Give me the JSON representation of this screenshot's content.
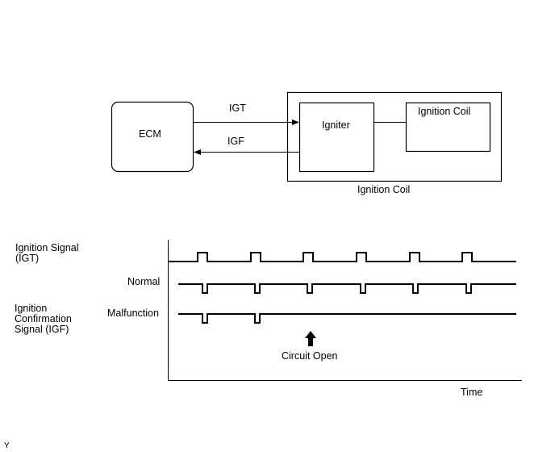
{
  "block_diagram": {
    "ecm_label": "ECM",
    "igt_label": "IGT",
    "igf_label": "IGF",
    "igniter_label": "Igniter",
    "inner_coil_label": "Ignition Coil",
    "outer_coil_label": "Ignition Coil"
  },
  "timing_chart": {
    "igt_signal_label": "Ignition Signal (IGT)",
    "normal_label": "Normal",
    "malfunction_label": "Malfunction",
    "igf_signal_label": "Ignition Confirmation Signal (IGF)",
    "circuit_open_label": "Circuit Open",
    "time_axis_label": "Time",
    "pulse_count_igt": 6,
    "pulse_count_normal": 6,
    "pulse_count_malfunction": 2
  },
  "corner_mark": "Y"
}
